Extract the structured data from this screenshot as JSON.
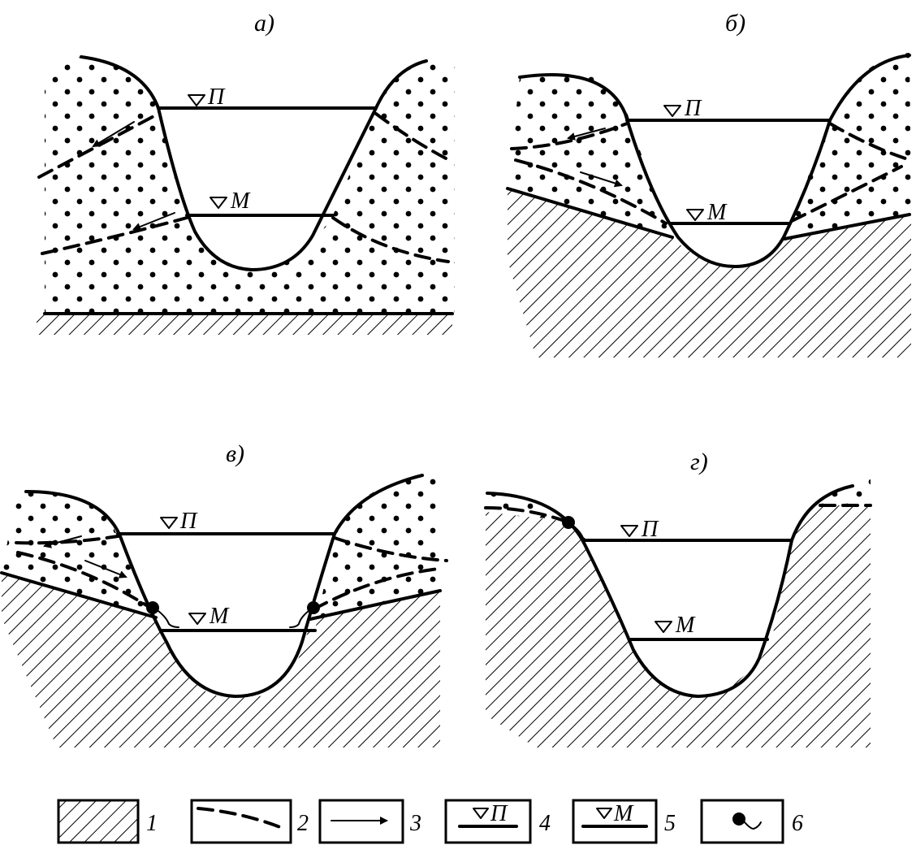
{
  "panels": [
    {
      "id": "a",
      "label": "а)",
      "flood_level": "П",
      "low_level": "М"
    },
    {
      "id": "b",
      "label": "б)",
      "flood_level": "П",
      "low_level": "М"
    },
    {
      "id": "v",
      "label": "в)",
      "flood_level": "П",
      "low_level": "М"
    },
    {
      "id": "g",
      "label": "г)",
      "flood_level": "П",
      "low_level": "М"
    }
  ],
  "legend": [
    {
      "num": "1",
      "symbol": "hatch-rock"
    },
    {
      "num": "2",
      "symbol": "dashed-groundwater-line"
    },
    {
      "num": "3",
      "symbol": "flow-arrow"
    },
    {
      "num": "4",
      "symbol": "level-marker",
      "text": "П"
    },
    {
      "num": "5",
      "symbol": "level-marker",
      "text": "М"
    },
    {
      "num": "6",
      "symbol": "spring-icon"
    }
  ],
  "colors": {
    "ink": "#000000",
    "background": "#ffffff"
  }
}
